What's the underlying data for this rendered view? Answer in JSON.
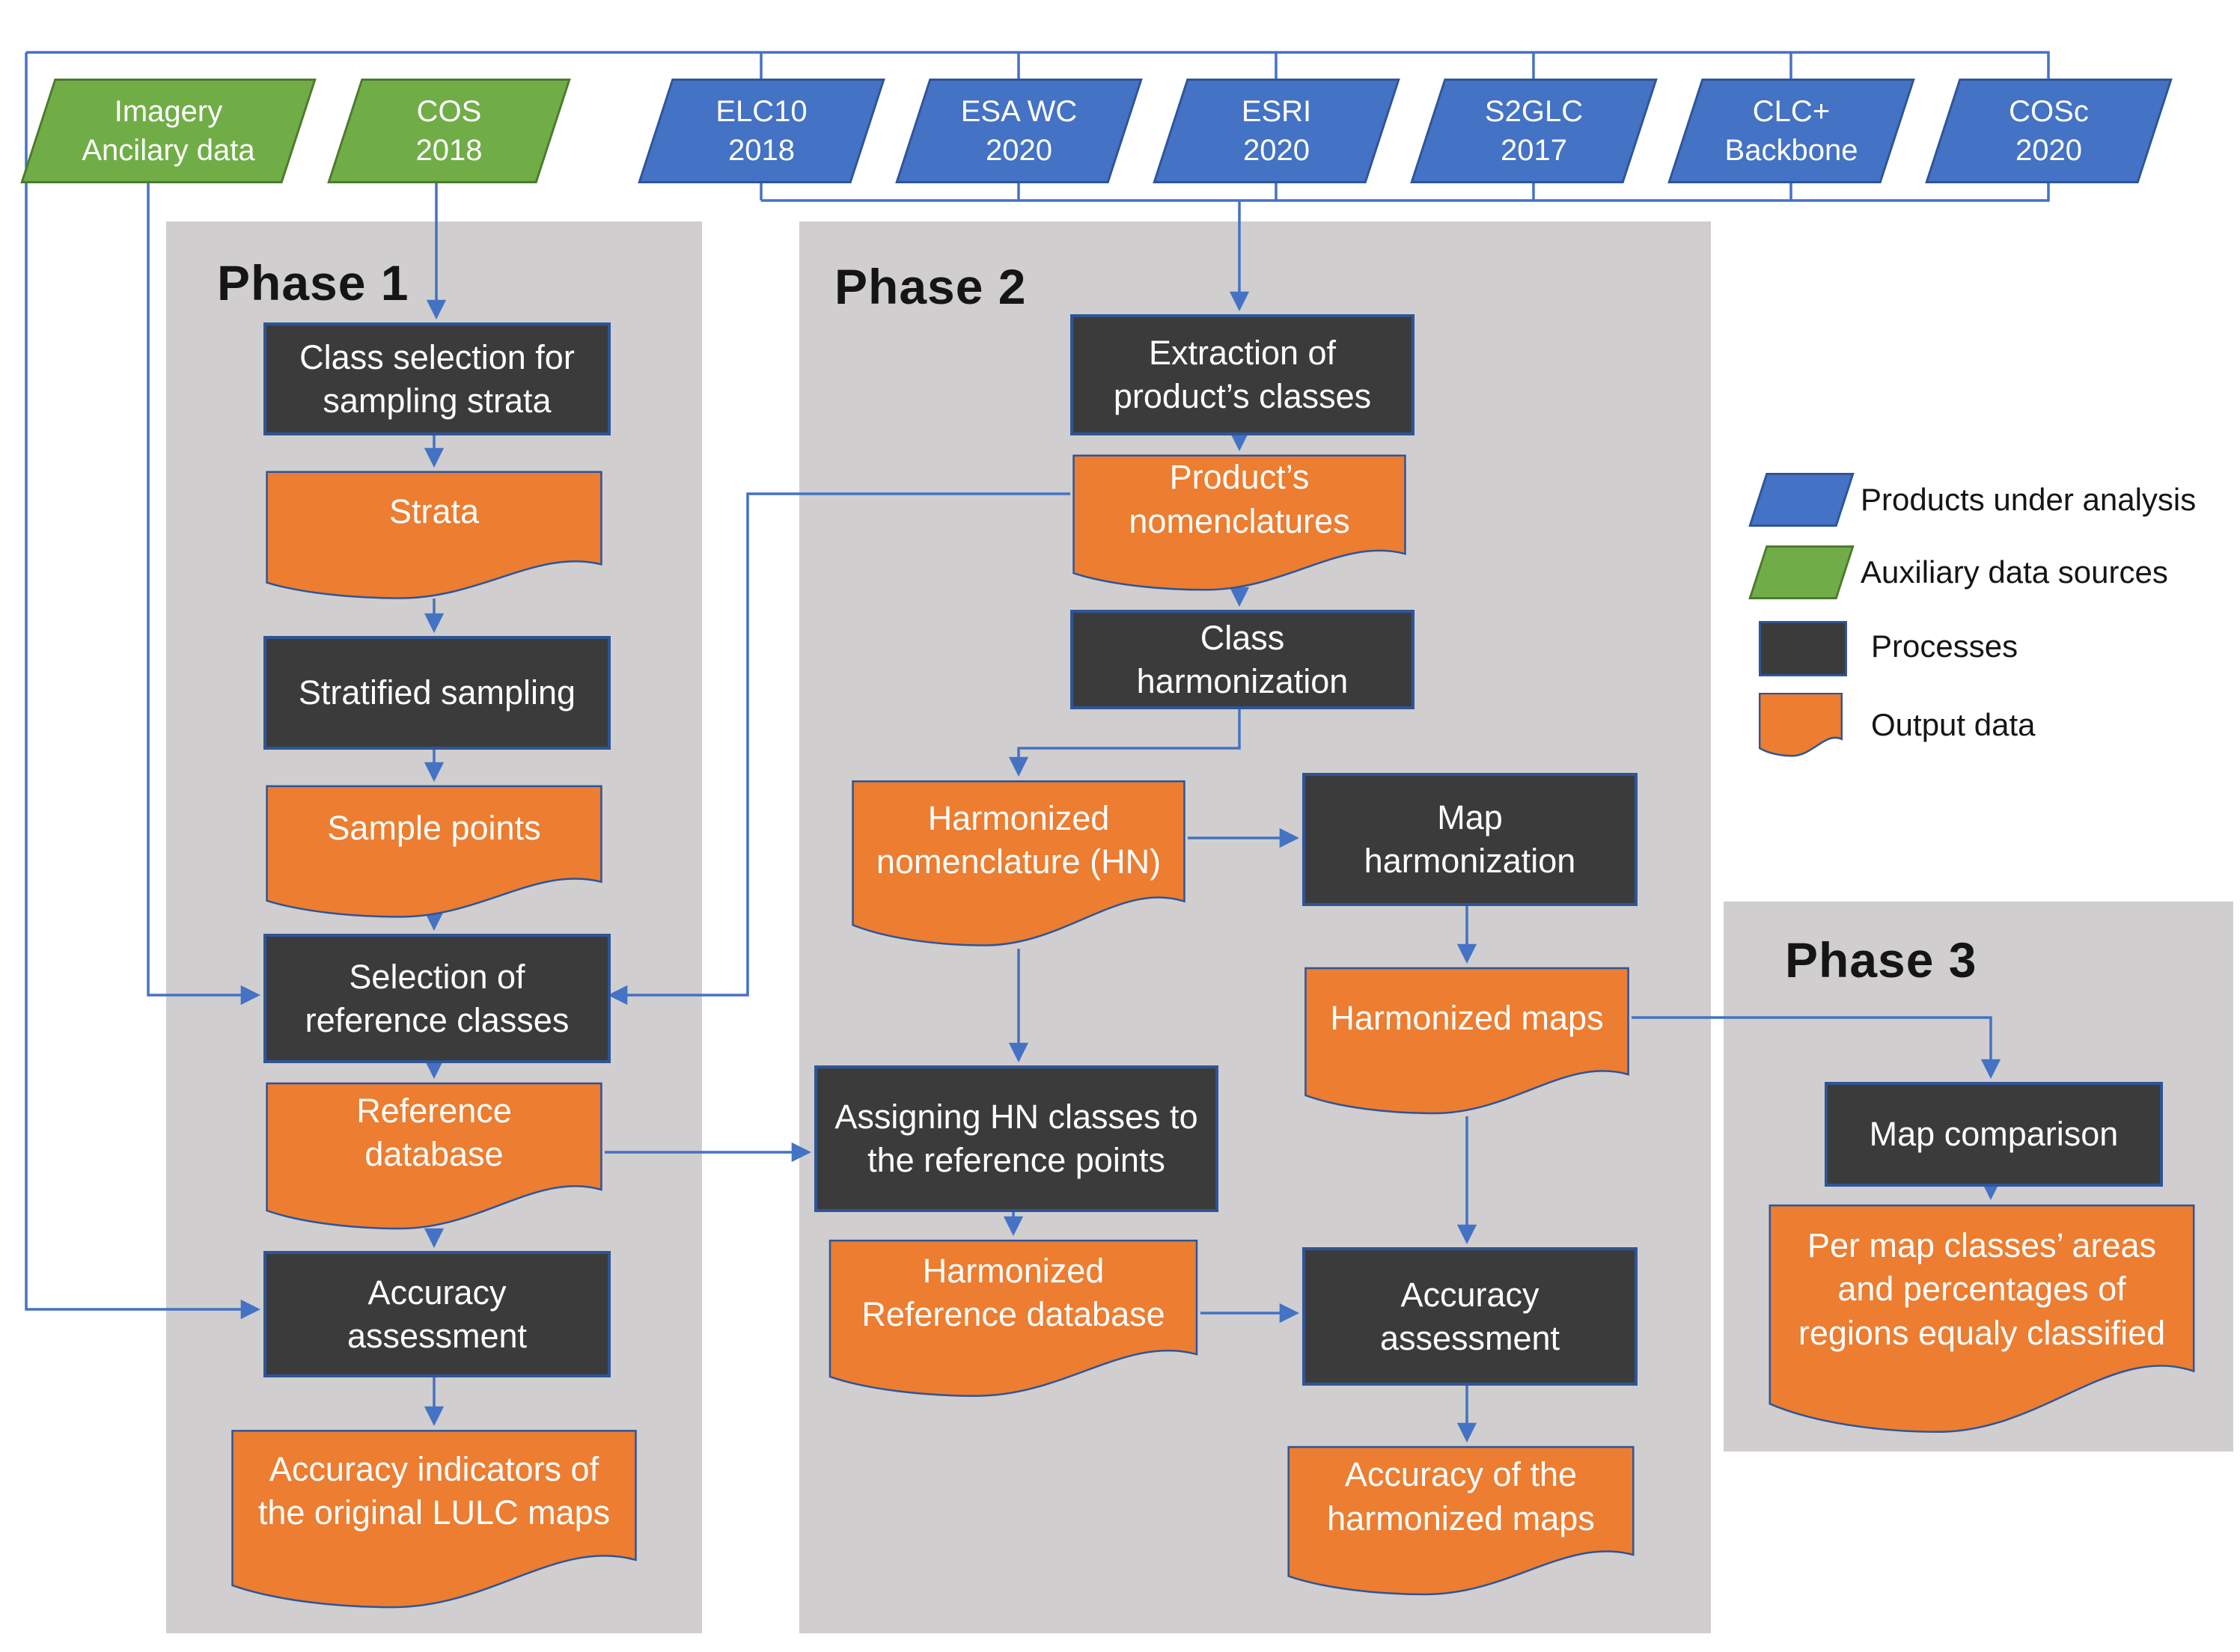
{
  "colors": {
    "product_blue": "#4472c4",
    "auxiliary_green": "#70ad47",
    "process_dark": "#3b3b3b",
    "output_orange": "#ec7d31",
    "connector_blue": "#4472c4",
    "shape_border_navy": "#2f5597",
    "phase_panel_gray": "#d0cece"
  },
  "top_row": {
    "auxiliary": [
      {
        "label": "Imagery\nAncilary data"
      },
      {
        "label": "COS\n2018"
      }
    ],
    "products": [
      {
        "label": "ELC10\n2018"
      },
      {
        "label": "ESA WC\n2020"
      },
      {
        "label": "ESRI\n2020"
      },
      {
        "label": "S2GLC\n2017"
      },
      {
        "label": "CLC+\nBackbone"
      },
      {
        "label": "COSc\n2020"
      }
    ]
  },
  "phase1": {
    "title": "Phase 1",
    "nodes": {
      "class_selection": {
        "type": "process",
        "label": "Class selection for\nsampling strata"
      },
      "strata": {
        "type": "output",
        "label": "Strata"
      },
      "stratified_sampling": {
        "type": "process",
        "label": "Stratified sampling"
      },
      "sample_points": {
        "type": "output",
        "label": "Sample points"
      },
      "selection_reference_classes": {
        "type": "process",
        "label": "Selection of\nreference classes"
      },
      "reference_database": {
        "type": "output",
        "label": "Reference\ndatabase"
      },
      "accuracy_assessment": {
        "type": "process",
        "label": "Accuracy\nassessment"
      },
      "accuracy_indicators": {
        "type": "output",
        "label": "Accuracy indicators of\nthe original LULC maps"
      }
    }
  },
  "phase2": {
    "title": "Phase 2",
    "nodes": {
      "extraction": {
        "type": "process",
        "label": "Extraction of\nproduct’s classes"
      },
      "product_nomenclatures": {
        "type": "output",
        "label": "Product’s\nnomenclatures"
      },
      "class_harmonization": {
        "type": "process",
        "label": "Class\nharmonization"
      },
      "harmonized_nomenclature": {
        "type": "output",
        "label": "Harmonized\nnomenclature (HN)"
      },
      "map_harmonization": {
        "type": "process",
        "label": "Map\nharmonization"
      },
      "harmonized_maps": {
        "type": "output",
        "label": "Harmonized maps"
      },
      "assigning_hn_classes": {
        "type": "process",
        "label": "Assigning HN classes to\nthe reference points"
      },
      "harmonized_reference_database": {
        "type": "output",
        "label": "Harmonized\nReference database"
      },
      "accuracy_assessment": {
        "type": "process",
        "label": "Accuracy\nassessment"
      },
      "accuracy_harmonized_maps": {
        "type": "output",
        "label": "Accuracy of the\nharmonized maps"
      }
    }
  },
  "phase3": {
    "title": "Phase 3",
    "nodes": {
      "map_comparison": {
        "type": "process",
        "label": "Map comparison"
      },
      "per_map_results": {
        "type": "output",
        "label": "Per map classes’ areas\nand percentages of\nregions equaly classified"
      }
    }
  },
  "legend": {
    "items": [
      {
        "swatch": "product-parallelogram",
        "label": "Products under analysis"
      },
      {
        "swatch": "auxiliary-parallelogram",
        "label": "Auxiliary data sources"
      },
      {
        "swatch": "process-rectangle",
        "label": "Processes"
      },
      {
        "swatch": "output-document",
        "label": "Output data"
      }
    ]
  }
}
